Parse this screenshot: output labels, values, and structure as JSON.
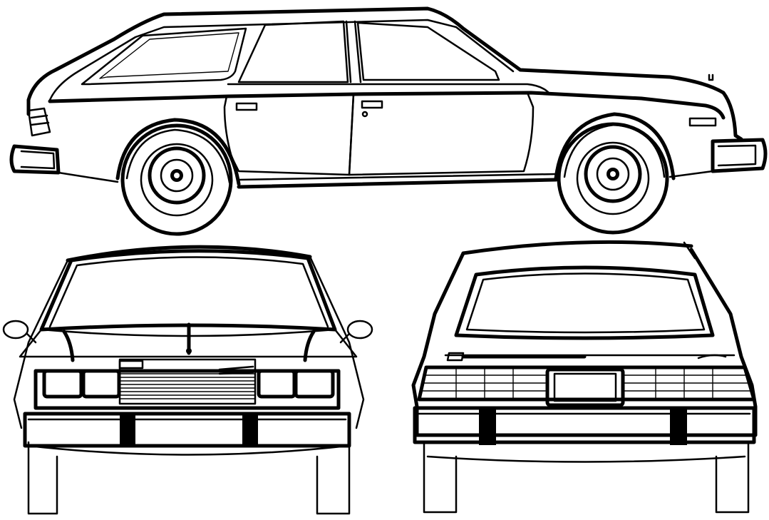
{
  "drawing": {
    "subject": "station wagon",
    "views": [
      "side",
      "front",
      "rear"
    ],
    "line_color": "#000000",
    "background_color": "#ffffff"
  }
}
